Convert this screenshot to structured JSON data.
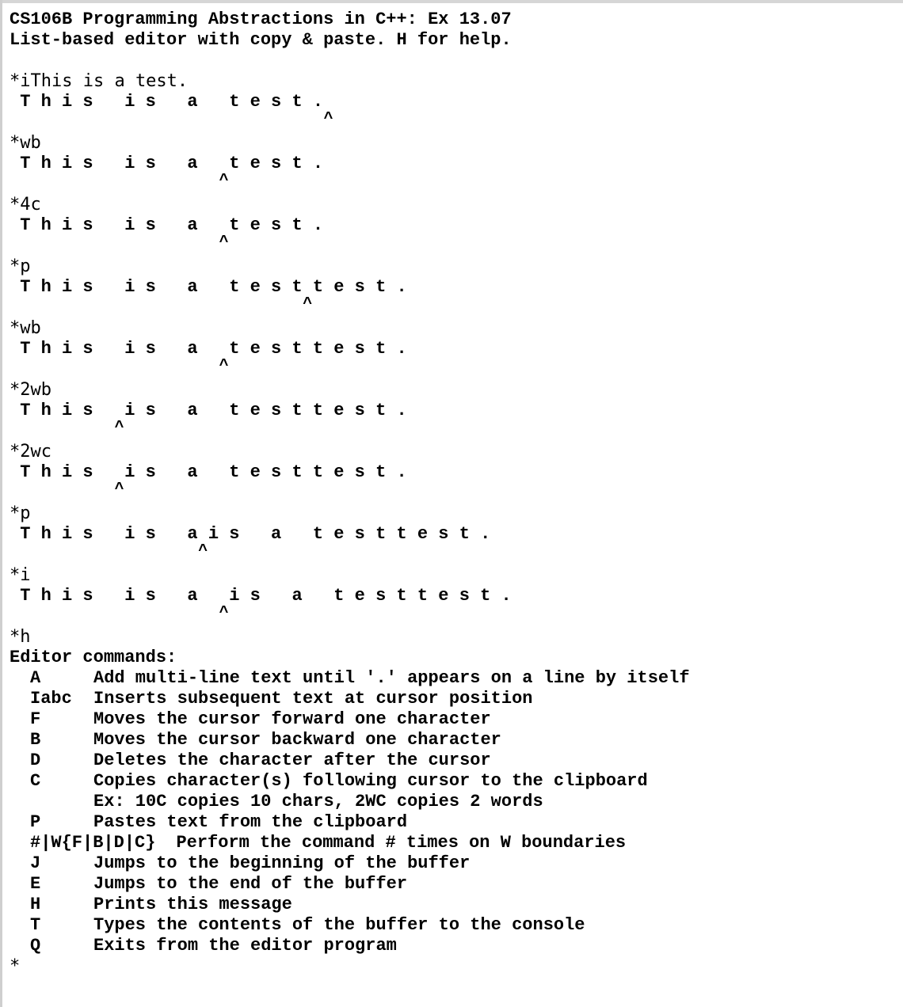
{
  "header": {
    "title": "CS106B Programming Abstractions in C++: Ex 13.07",
    "subtitle": "List-based editor with copy & paste. H for help."
  },
  "session": [
    {
      "command": "*iThis is a test.",
      "buffer": " T h i s   i s   a   t e s t .",
      "cursor_col": 30
    },
    {
      "command": "*wb",
      "buffer": " T h i s   i s   a   t e s t .",
      "cursor_col": 20
    },
    {
      "command": "*4c",
      "buffer": " T h i s   i s   a   t e s t .",
      "cursor_col": 20
    },
    {
      "command": "*p",
      "buffer": " T h i s   i s   a   t e s t t e s t .",
      "cursor_col": 28
    },
    {
      "command": "*wb",
      "buffer": " T h i s   i s   a   t e s t t e s t .",
      "cursor_col": 20
    },
    {
      "command": "*2wb",
      "buffer": " T h i s   i s   a   t e s t t e s t .",
      "cursor_col": 10
    },
    {
      "command": "*2wc",
      "buffer": " T h i s   i s   a   t e s t t e s t .",
      "cursor_col": 10
    },
    {
      "command": "*p",
      "buffer": " T h i s   i s   a i s   a   t e s t t e s t .",
      "cursor_col": 18
    },
    {
      "command": "*i",
      "buffer": " T h i s   i s   a   i s   a   t e s t t e s t .",
      "cursor_col": 20
    }
  ],
  "caret_glyph": "^",
  "help": {
    "command": "*h",
    "heading": "Editor commands:",
    "commands": [
      {
        "key": "A",
        "desc": "Add multi-line text until '.' appears on a line by itself"
      },
      {
        "key": "Iabc",
        "desc": "Inserts subsequent text at cursor position"
      },
      {
        "key": "F",
        "desc": "Moves the cursor forward one character"
      },
      {
        "key": "B",
        "desc": "Moves the cursor backward one character"
      },
      {
        "key": "D",
        "desc": "Deletes the character after the cursor"
      },
      {
        "key": "C",
        "desc": "Copies character(s) following cursor to the clipboard"
      },
      {
        "key": "",
        "desc": "Ex: 10C copies 10 chars, 2WC copies 2 words"
      },
      {
        "key": "P",
        "desc": "Pastes text from the clipboard"
      },
      {
        "key": "#|W{F|B|D|C}",
        "desc": "Perform the command # times on W boundaries",
        "wide": true
      },
      {
        "key": "J",
        "desc": "Jumps to the beginning of the buffer"
      },
      {
        "key": "E",
        "desc": "Jumps to the end of the buffer"
      },
      {
        "key": "H",
        "desc": "Prints this message"
      },
      {
        "key": "T",
        "desc": "Types the contents of the buffer to the console"
      },
      {
        "key": "Q",
        "desc": "Exits from the editor program"
      }
    ]
  },
  "prompt": "*"
}
